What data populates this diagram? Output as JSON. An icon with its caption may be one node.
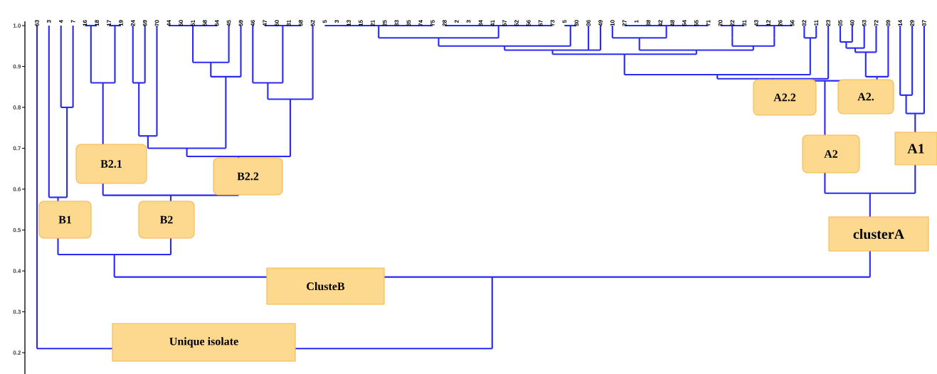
{
  "diagram": {
    "nodes": [
      {
        "text": [
          "A2.2"
        ]
      },
      {
        "text": [
          "A2."
        ]
      },
      {
        "text": [
          "A1"
        ]
      },
      {
        "text": [
          "A2"
        ]
      },
      {
        "text": [
          "B2.1"
        ]
      },
      {
        "text": [
          "B2.2"
        ]
      },
      {
        "text": [
          "B1"
        ]
      },
      {
        "text": [
          "B2"
        ]
      },
      {
        "text": [
          "clusterA"
        ]
      },
      {
        "text": [
          "ClusteB"
        ]
      },
      {
        "text": [
          "Unique isolate"
        ]
      }
    ],
    "labels": [
      "63",
      "3",
      "4",
      "7",
      "16",
      "18",
      "17",
      "19",
      "24",
      "69",
      "70",
      "44",
      "50",
      "51",
      "58",
      "64",
      "45",
      "59",
      "46",
      "47",
      "60",
      "31",
      "68",
      "52",
      "5",
      "3",
      "13",
      "15",
      "21",
      "25",
      "33",
      "35",
      "74",
      "75",
      "28",
      "2",
      "3",
      "34",
      "41",
      "57",
      "52",
      "56",
      "67",
      "73",
      "5",
      "30",
      "36",
      "49",
      "10",
      "27",
      "1",
      "38",
      "42",
      "48",
      "54",
      "55",
      "71",
      "20",
      "22",
      "31",
      "43",
      "12",
      "26",
      "56",
      "32",
      "11",
      "23",
      "35",
      "40",
      "53",
      "72",
      "39",
      "14",
      "29",
      "37",
      "1.0",
      "0.9",
      "0.8",
      "0.7",
      "0.6",
      "0.5",
      "0.4",
      "0.3",
      "0.2"
    ]
  }
}
